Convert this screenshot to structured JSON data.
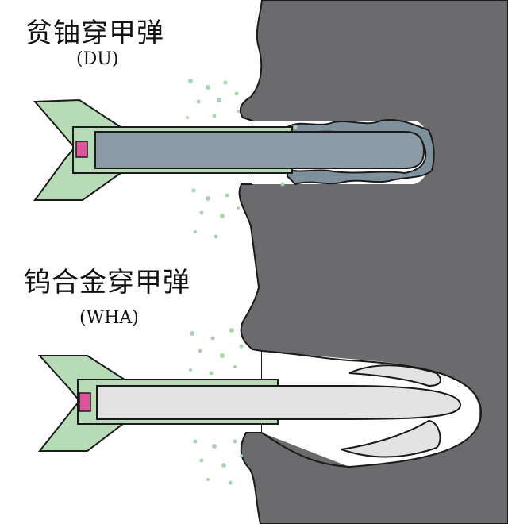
{
  "du": {
    "title": "贫铀穿甲弹",
    "abbr": "(DU)"
  },
  "wha": {
    "title": "钨合金穿甲弹",
    "abbr": "(WHA)"
  },
  "colors": {
    "armor": "#6b6b6d",
    "fin": "#b6dbb6",
    "du_rod": "#8c9ba6",
    "wha_rod": "#e3e3e3",
    "tip": "#e0529a",
    "debris": "#a9d3b0",
    "outline": "#1a1a1a"
  }
}
